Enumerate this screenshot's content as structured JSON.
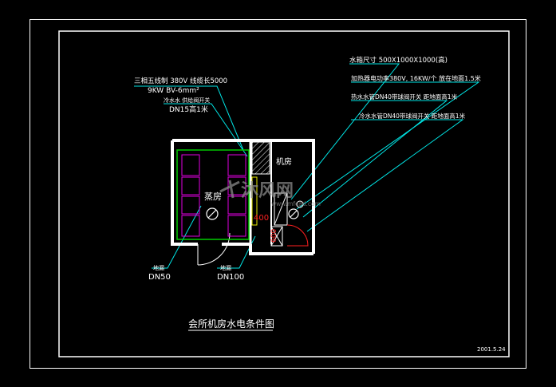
{
  "annotations": {
    "power_supply_line1": "三相五线制 380V 线缆长5000",
    "power_supply_line2": "9KW BV-6mm²",
    "cold_water_line1": "冷水水 供给阀开关",
    "cold_water_line2": "DN15高1米",
    "tank_size": "水箱尺寸 500X1000X1000(高)",
    "heater": "加热器电功率380V, 16KW/个  放在地面1.5米",
    "hot_water_valve": "热水水管DN40带球阀开关  距地面高1米",
    "cold_water_valve": "冷水水管DN40带球阀开关  距地面高1米",
    "machine_room": "机房",
    "sauna_room": "蒸房",
    "dim_400": "400",
    "dim_600": "600",
    "drain_left_label": "地漏",
    "drain_left_size": "DN50",
    "drain_right_label": "地漏",
    "drain_right_size": "DN100",
    "drawing_title": "会所机房水电条件图",
    "date": "2001.5.24"
  },
  "watermark": {
    "brand": "沐风网",
    "url": "www.mfcad.com"
  },
  "colors": {
    "background": "#000000",
    "line": "#ffffff",
    "cyan": "#00e5e5",
    "green": "#00cc00",
    "magenta": "#e000e0",
    "red": "#ff2020",
    "yellow": "#e8e800",
    "watermark": "#8a8a8a"
  }
}
